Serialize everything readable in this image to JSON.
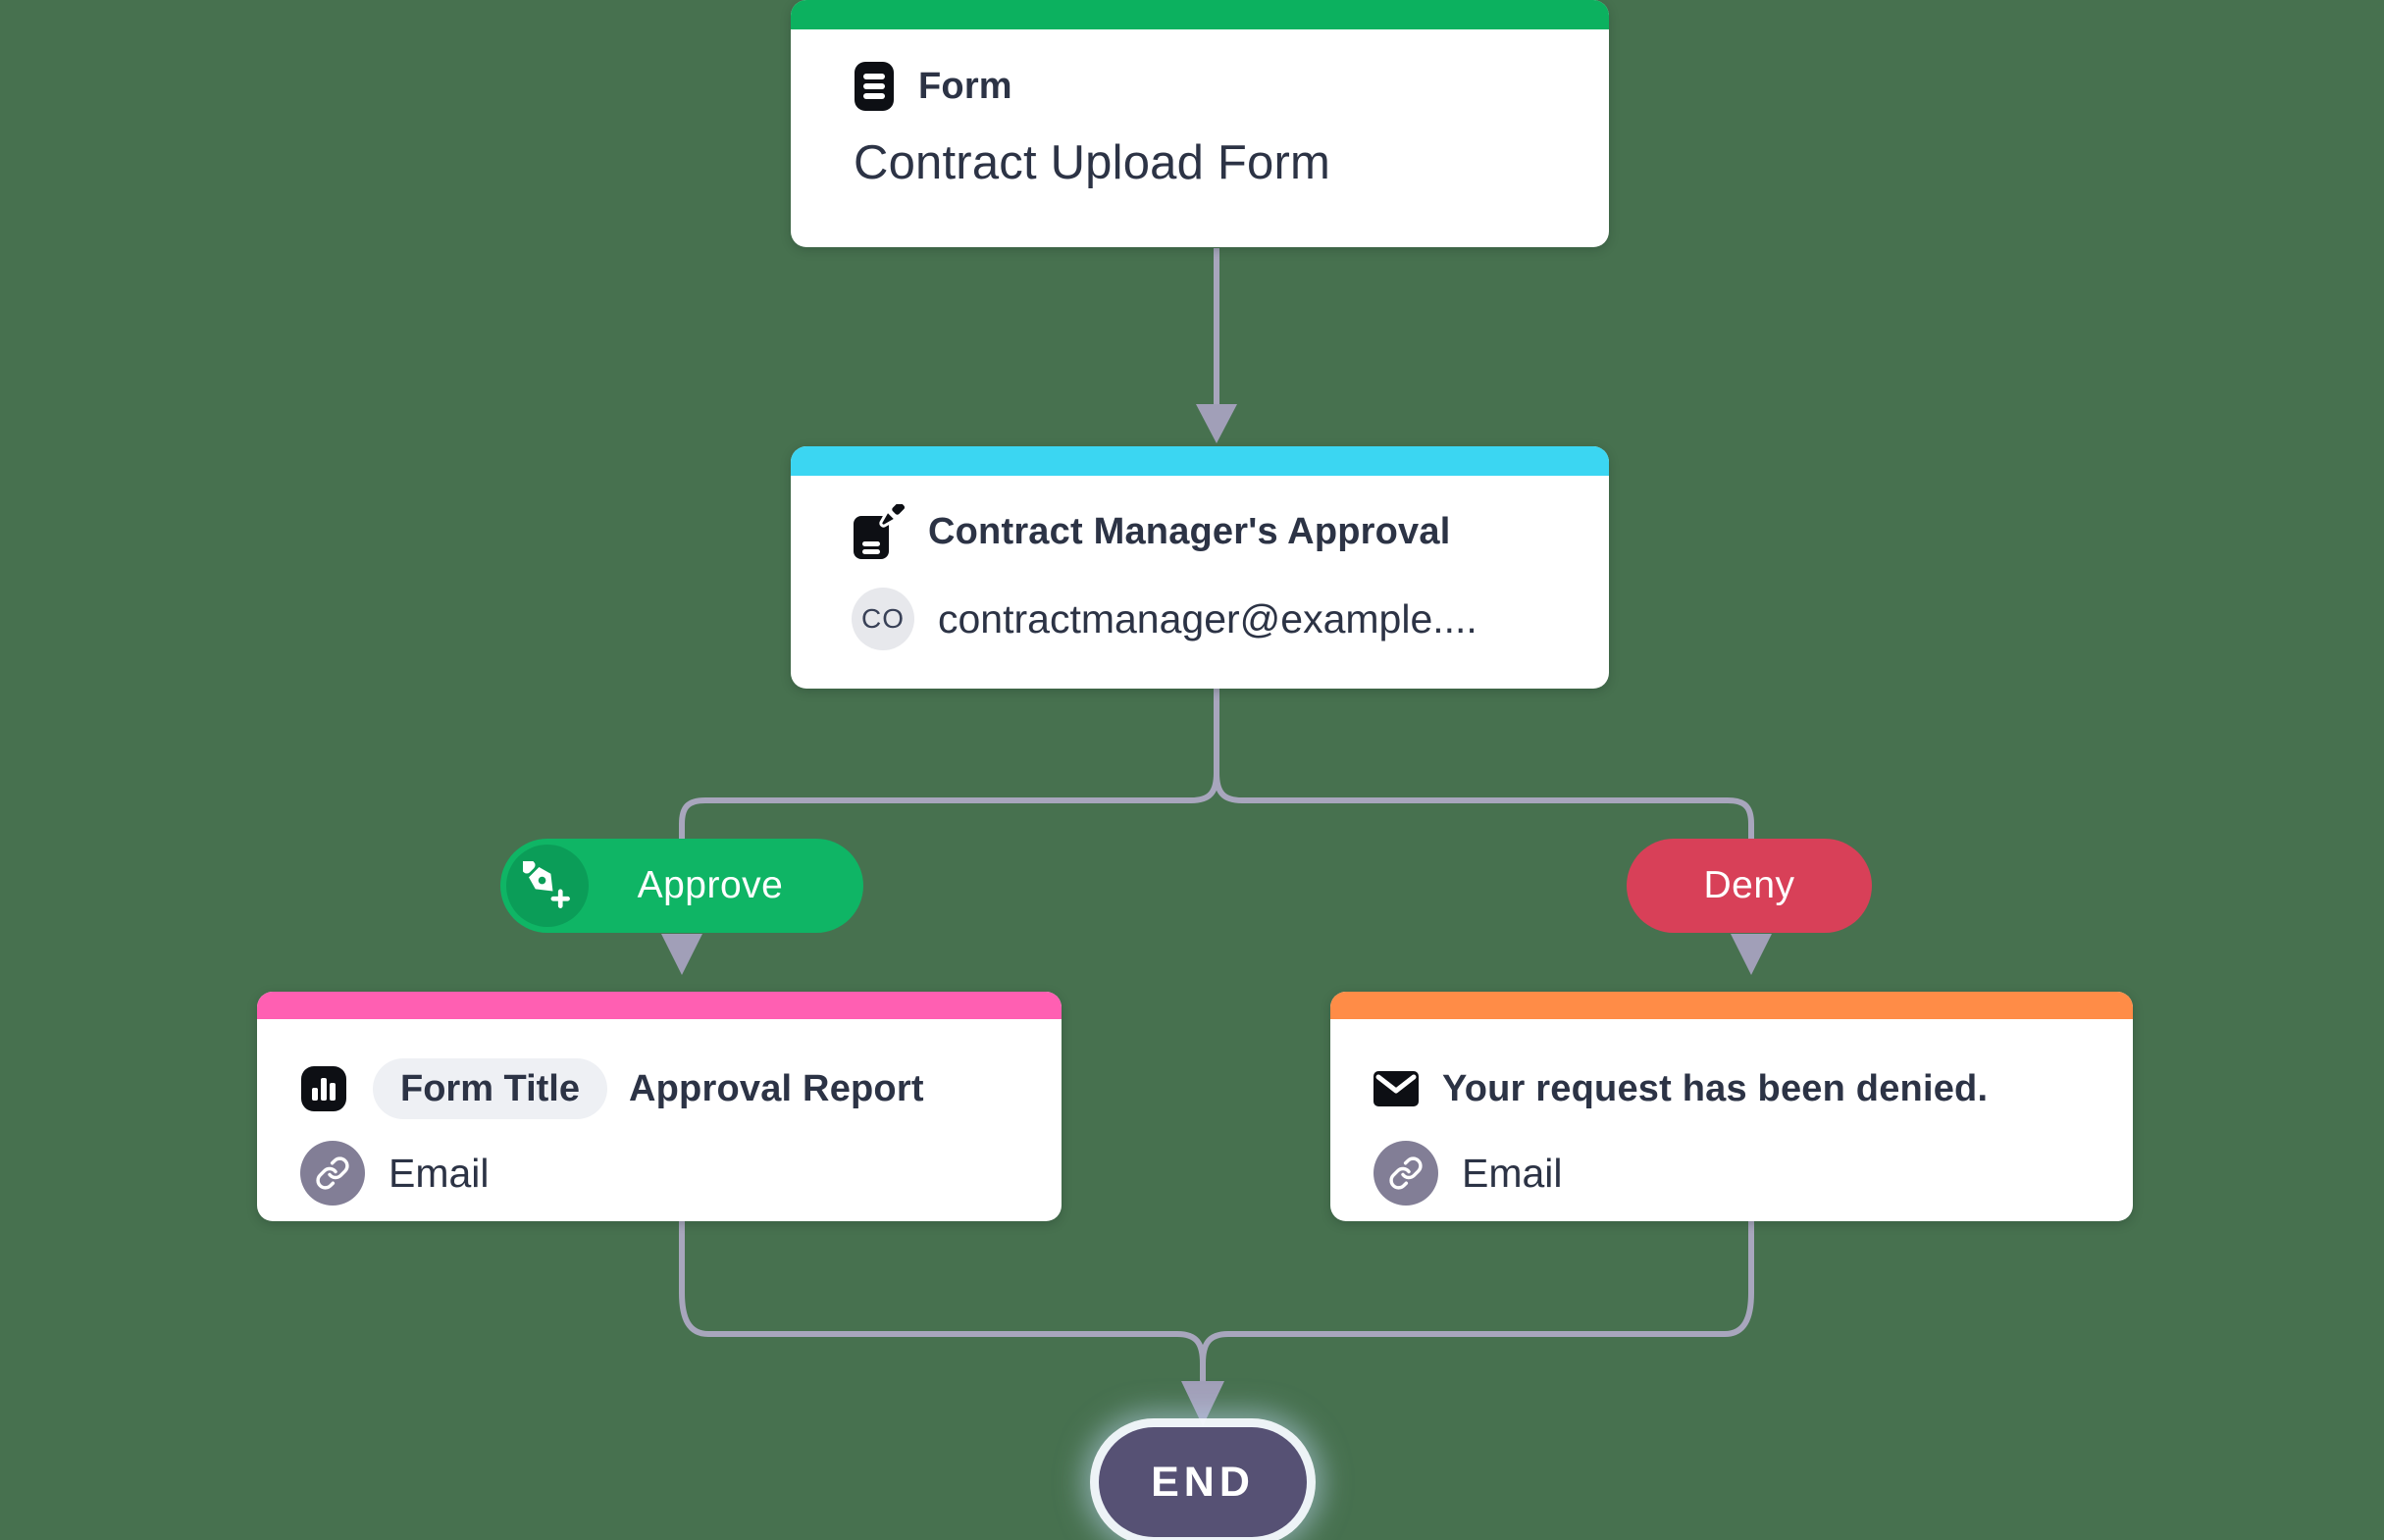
{
  "background_color": "#47714f",
  "flow": {
    "form_node": {
      "kind_label": "Form",
      "title": "Contract Upload Form",
      "accent_color": "#0cb15f"
    },
    "approval_node": {
      "title": "Contract Manager's Approval",
      "avatar_initials": "CO",
      "approver_email": "contractmanager@example....",
      "accent_color": "#3bd6f2"
    },
    "branches": {
      "approve_label": "Approve",
      "approve_color": "#0fb565",
      "deny_label": "Deny",
      "deny_color": "#d84058"
    },
    "report_node": {
      "badge_label": "Form Title",
      "title": "Approval Report",
      "channel_label": "Email",
      "accent_color": "#ff5fb2"
    },
    "denial_node": {
      "title": "Your request has been denied.",
      "channel_label": "Email",
      "accent_color": "#ff8c47"
    },
    "end_node": {
      "label": "END",
      "color": "#565174"
    },
    "connector_color": "#a8a6bd"
  }
}
